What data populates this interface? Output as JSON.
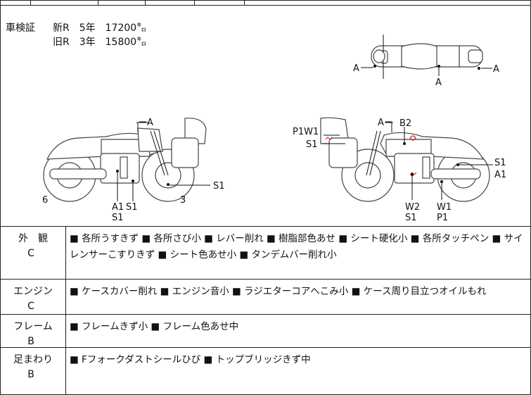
{
  "inspection": {
    "label": "車検証",
    "new": "新R　5年　17200㌔",
    "old": "旧R　3年　15800㌔"
  },
  "diagram_labels": {
    "top_left_a": "A",
    "top_right_a": "A",
    "top_mid_a": "A",
    "left_mirror_a": "A",
    "left_s1": "S1",
    "left_6": "6",
    "left_3": "3",
    "left_a1": "A1",
    "left_s1_b": "S1",
    "left_s1_c": "S1",
    "right_mirror_a": "A",
    "right_b2": "B2",
    "right_p1w1": "P1W1",
    "right_s1": "S1",
    "right_s1_a1_top": "S1",
    "right_a1": "A1",
    "right_w2": "W2",
    "right_s1_bottom": "S1",
    "right_w1": "W1",
    "right_p1": "P1"
  },
  "rows": [
    {
      "category": "外　観",
      "grade": "C",
      "notes": "■ 各所うすきず ■ 各所さび小 ■ レバー削れ ■ 樹脂部色あせ ■ シート硬化小 ■ 各所タッチペン ■ サイレンサーこすりきず ■ シート色あせ小 ■ タンデムバー削れ小"
    },
    {
      "category": "エンジン",
      "grade": "C",
      "notes": "■ ケースカバー削れ ■ エンジン音小 ■ ラジエターコアへこみ小 ■ ケース周り目立つオイルもれ"
    },
    {
      "category": "フレーム",
      "grade": "B",
      "notes": "■ フレームきず小 ■ フレーム色あせ中"
    },
    {
      "category": "足まわり",
      "grade": "B",
      "notes": "■ Fフォークダストシールひび ■ トップブリッジきず中"
    }
  ],
  "colors": {
    "damage_mark": "#c0392b",
    "line": "#111111"
  }
}
